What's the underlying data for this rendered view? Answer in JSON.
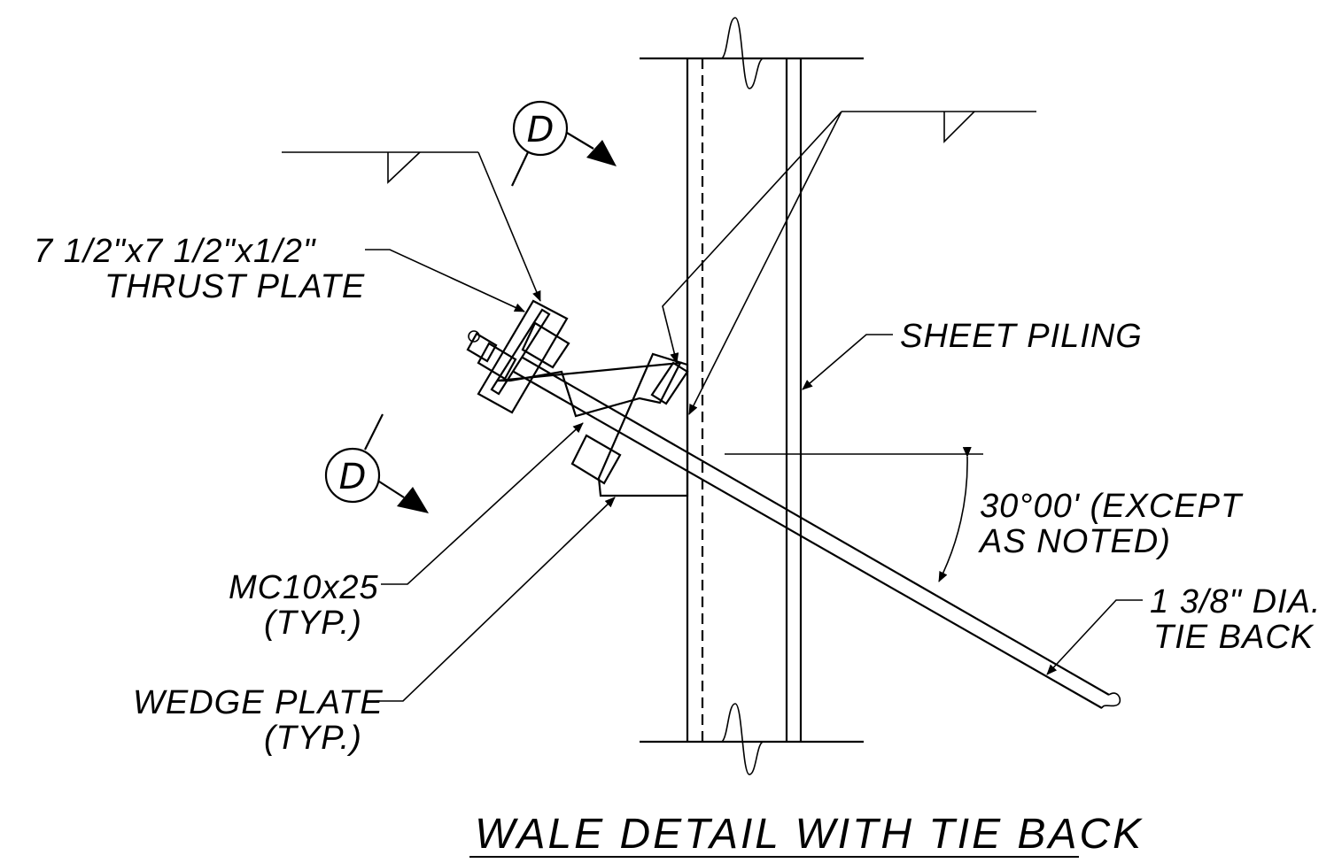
{
  "drawing": {
    "title": "WALE DETAIL WITH TIE BACK",
    "section_marker": "D",
    "labels": {
      "thrust_plate_line1": "7 1/2\"x7 1/2\"x1/2\"",
      "thrust_plate_line2": "THRUST PLATE",
      "sheet_piling": "SHEET PILING",
      "angle_line1": "30°00' (EXCEPT",
      "angle_line2": "AS NOTED)",
      "tie_back_line1": "1 3/8\" DIA.",
      "tie_back_line2": "TIE BACK",
      "channel_line1": "MC10x25",
      "channel_line2": "(TYP.)",
      "wedge_line1": "WEDGE PLATE",
      "wedge_line2": "(TYP.)"
    }
  }
}
